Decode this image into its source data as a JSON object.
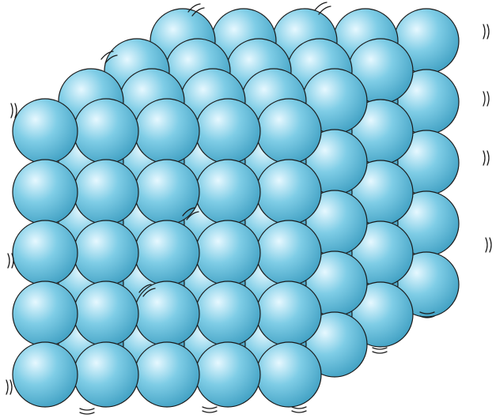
{
  "illustration": {
    "subject": "crystal-lattice-of-vibrating-spheres",
    "colors": {
      "background": "#ffffff",
      "sphere_light": "#e6f8ff",
      "sphere_mid": "#7fcde6",
      "sphere_dark": "#3f9fc2",
      "outline": "#1b1b1b"
    },
    "lattice": {
      "front_rows": 5,
      "front_cols": 5,
      "depth_layers": 4
    },
    "vibration_marks": "curved-lines"
  }
}
